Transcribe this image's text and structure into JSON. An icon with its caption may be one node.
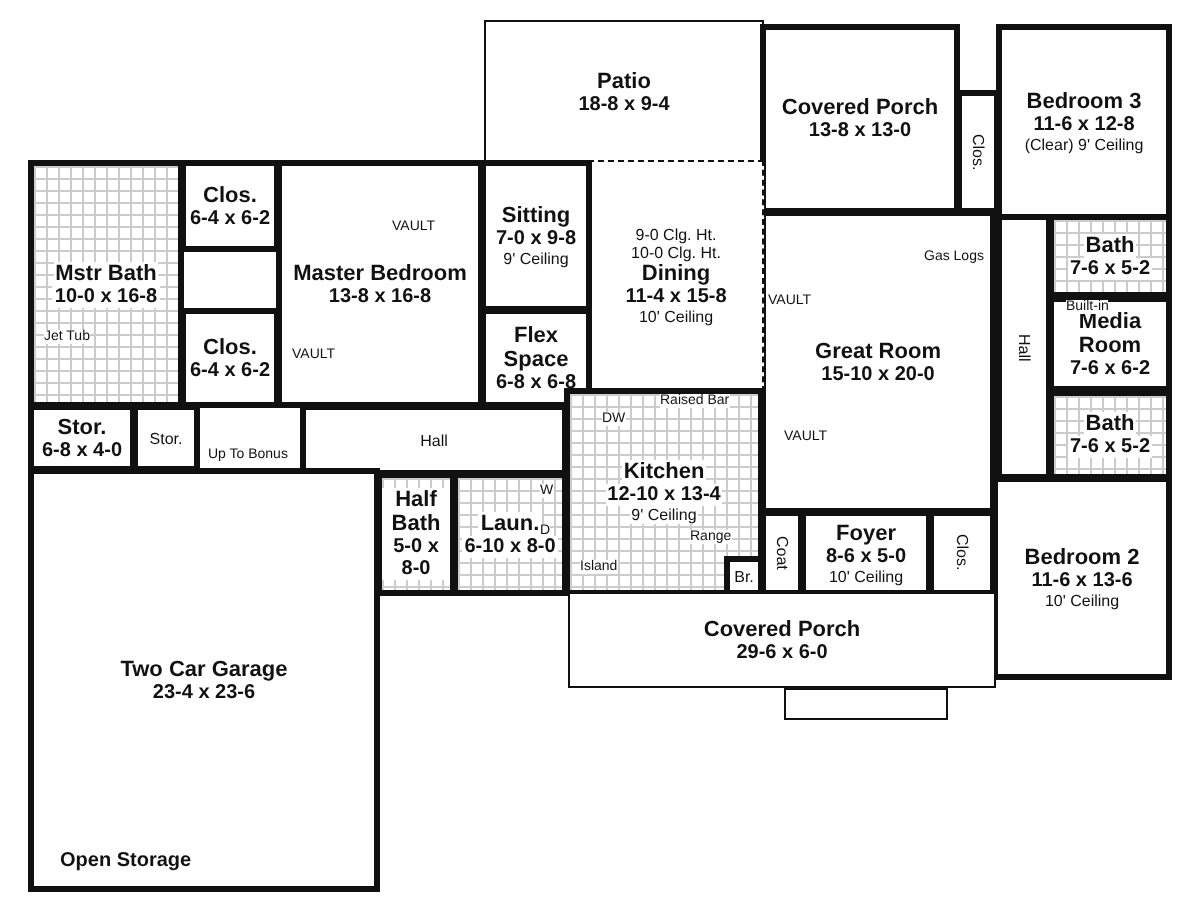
{
  "diagram": {
    "nodes": [
      {
        "text": [
          "Patio",
          "18-8 x 9-4"
        ]
      },
      {
        "text": [
          "Covered Porch",
          "13-8 x 13-0"
        ]
      },
      {
        "text": [
          "Bedroom 3",
          "11-6 x 12-8",
          "(Clear) 9' Ceiling"
        ]
      },
      {
        "text": [
          "Bath",
          "7-6 x 5-2"
        ]
      },
      {
        "text": [
          "Media Room",
          "7-6 x 6-2"
        ]
      },
      {
        "text": [
          "Bath",
          "7-6 x 5-2"
        ]
      },
      {
        "text": [
          "Bedroom 2",
          "11-6 x 13-6",
          "10' Ceiling"
        ]
      },
      {
        "text": [
          "Hall"
        ]
      },
      {
        "text": [
          "Clos."
        ]
      },
      {
        "text": [
          "Great Room",
          "15-10 x 20-0"
        ]
      },
      {
        "text": [
          "9-0 Clg. Ht.",
          "10-0 Clg. Ht.",
          "Dining",
          "11-4 x 15-8",
          "10' Ceiling"
        ]
      },
      {
        "text": [
          "Sitting",
          "7-0 x 9-8",
          "9' Ceiling"
        ]
      },
      {
        "text": [
          "Master Bedroom",
          "13-8 x 16-8"
        ]
      },
      {
        "text": [
          "Flex Space",
          "6-8 x 6-8"
        ]
      },
      {
        "text": [
          "Clos.",
          "6-4 x 6-2"
        ]
      },
      {
        "text": [
          "Clos.",
          "6-4 x 6-2"
        ]
      },
      {
        "text": [
          "Mstr Bath",
          "10-0 x 16-8"
        ]
      },
      {
        "text": [
          "Stor.",
          "6-8 x 4-0"
        ]
      },
      {
        "text": [
          "Stor."
        ]
      },
      {
        "text": [
          "Hall"
        ]
      },
      {
        "text": [
          "Half Bath",
          "5-0 x 8-0"
        ]
      },
      {
        "text": [
          "Laun.",
          "6-10 x 8-0"
        ]
      },
      {
        "text": [
          "Kitchen",
          "12-10 x 13-4",
          "9' Ceiling"
        ]
      },
      {
        "text": [
          "Br."
        ],
        "in": 22
      },
      {
        "text": [
          "Coat"
        ]
      },
      {
        "text": [
          "Foyer",
          "8-6 x 5-0",
          "10' Ceiling"
        ]
      },
      {
        "text": [
          "Clos."
        ]
      },
      {
        "text": [
          "Covered Porch",
          "29-6 x 6-0"
        ]
      },
      {
        "text": [
          "Two Car Garage",
          "23-4 x 23-6"
        ]
      },
      {
        "text": [],
        "shape": "box"
      }
    ],
    "edges": [],
    "labels": [
      "VAULT",
      "VAULT",
      "Jet Tub",
      "Built-in",
      "Gas Logs",
      "VAULT",
      "Up To Bonus",
      "Raised Bar",
      "DW",
      "VAULT",
      "Island",
      "Range",
      "W",
      "D",
      "Open Storage"
    ]
  }
}
